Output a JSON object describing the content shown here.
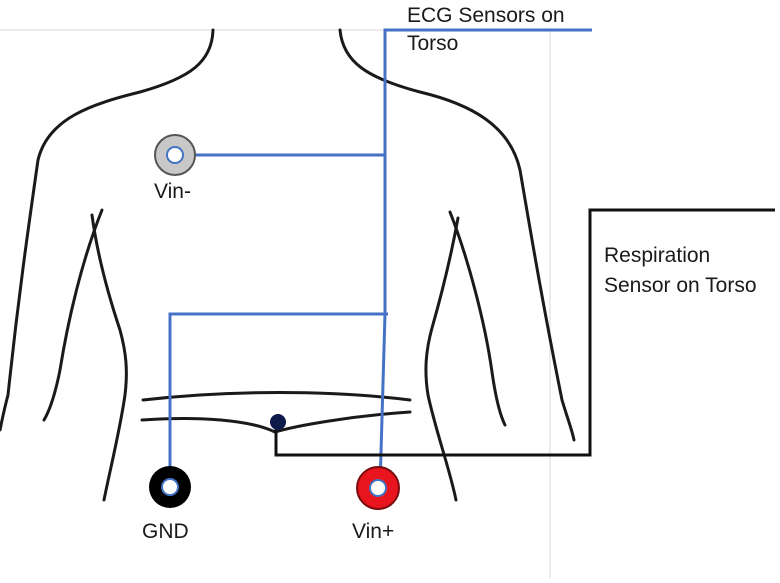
{
  "labels": {
    "ecg_line1": "ECG Sensors on",
    "ecg_line2": "Torso",
    "resp_line1": "Respiration",
    "resp_line2": "Sensor on Torso",
    "vin_minus": "Vin-",
    "vin_plus": "Vin+",
    "gnd": "GND"
  },
  "colors": {
    "ecg_wire": "#4472c4",
    "resp_wire": "#111111",
    "body_outline": "#1a1a1a",
    "vin_minus_electrode": "#c8c8c8",
    "vin_plus_electrode": "#e8141e",
    "gnd_electrode": "#000000",
    "resp_sensor": "#0d1b4a",
    "frame_edge": "#d8d8d8"
  }
}
